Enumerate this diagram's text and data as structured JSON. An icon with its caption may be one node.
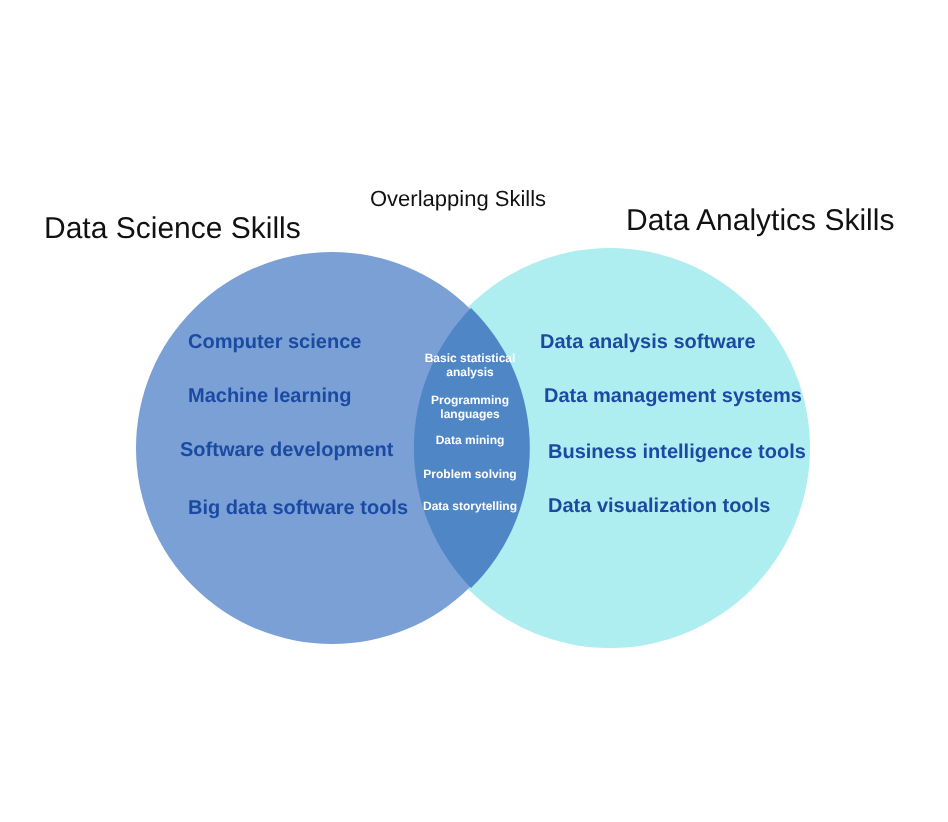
{
  "diagram": {
    "nodes": [
      {
        "text": [
          "Data Science Skills",
          "Computer science",
          "Machine learning",
          "Software development",
          "Big data software tools"
        ]
      },
      {
        "text": [
          "Data Analytics Skills",
          "Data analysis software",
          "Data management systems",
          "Business intelligence tools",
          "Data visualization tools"
        ]
      },
      {
        "text": [
          "Overlapping Skills",
          "Basic statistical analysis",
          "Programming languages",
          "Data mining",
          "Problem solving",
          "Data storytelling"
        ]
      }
    ]
  }
}
